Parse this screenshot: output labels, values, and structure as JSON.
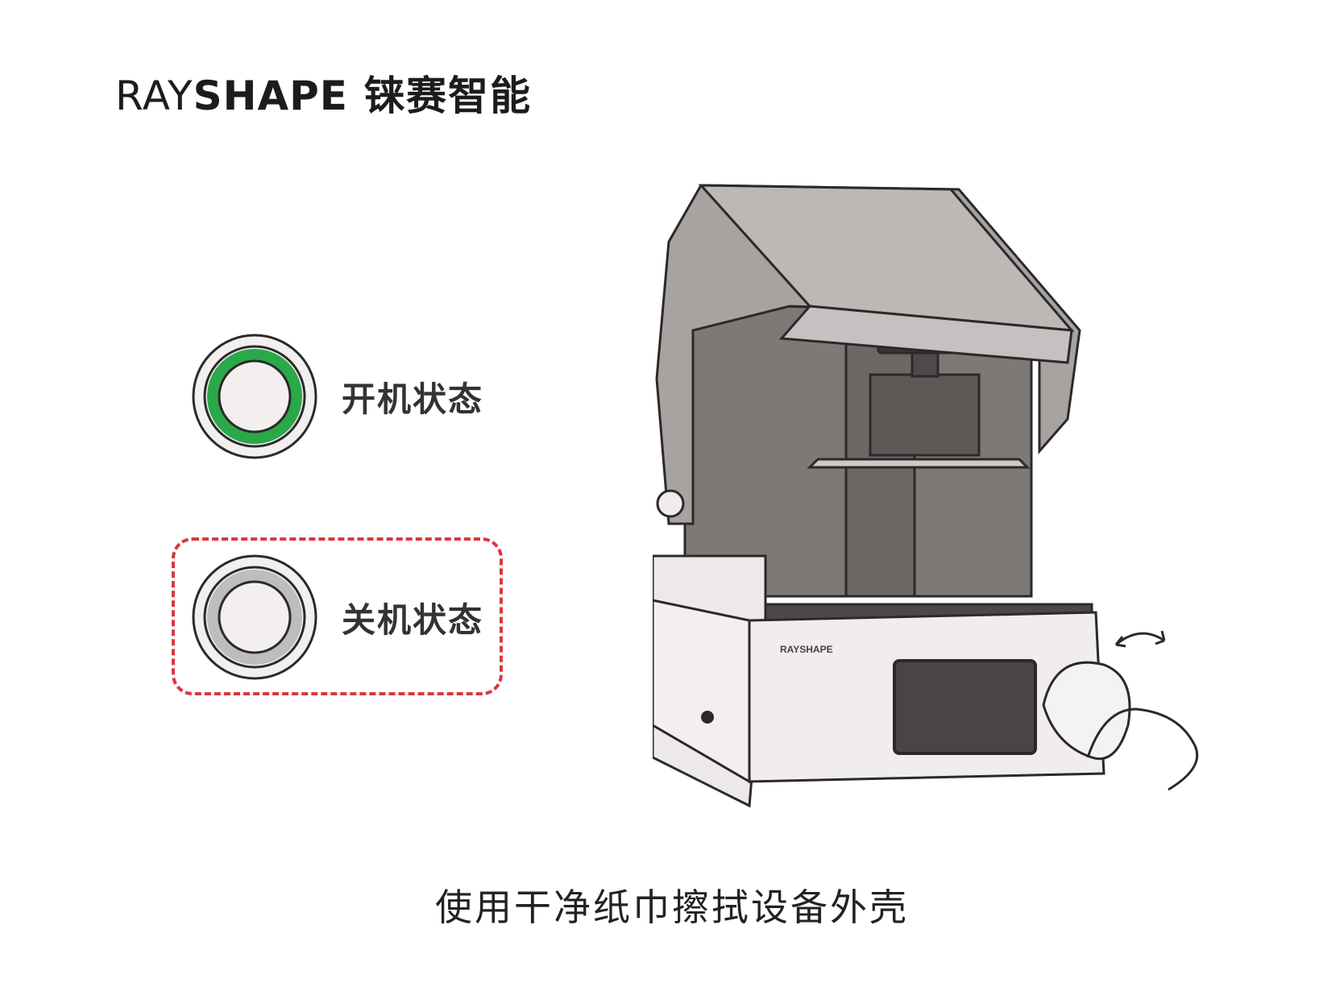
{
  "brand": {
    "wordmark_light": "RAY",
    "wordmark_bold": "SHAPE",
    "name_cn": "铼赛智能"
  },
  "states": {
    "on": {
      "label": "开机状态",
      "ring_color": "#2aa84a",
      "icon": "power-button-on-icon"
    },
    "off": {
      "label": "关机状态",
      "ring_color": "#bdbdbd",
      "icon": "power-button-off-icon"
    },
    "highlight_color": "#d9383f"
  },
  "printer": {
    "logo": "RAYSHAPE"
  },
  "caption": "使用干净纸巾擦拭设备外壳"
}
